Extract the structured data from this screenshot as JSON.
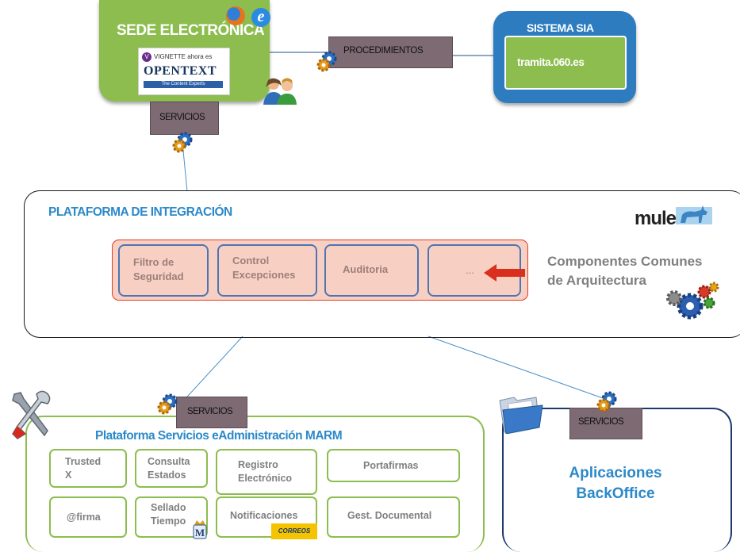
{
  "sede": {
    "title": "SEDE ELECTRÓNICA",
    "vignette": "VIGNETTE",
    "ahora_es": "ahora es",
    "opentext": "OPENTEXT",
    "tagline": "The Content Experts"
  },
  "procedimientos": "PROCEDIMIENTOS",
  "sia": {
    "title": "SISTEMA SIA",
    "tramita": "tramita.060.es"
  },
  "servicios_label": "SERVICIOS",
  "plataforma": {
    "title": "PLATAFORMA DE INTEGRACIÓN",
    "mule": "mule",
    "components": [
      {
        "line1": "Filtro de",
        "line2": "Seguridad"
      },
      {
        "line1": "Control",
        "line2": "Excepciones"
      },
      {
        "line1": "Auditoria",
        "line2": ""
      },
      {
        "line1": "...",
        "line2": ""
      }
    ],
    "componentes_comunes": {
      "line1": "Componentes Comunes",
      "line2": "de Arquitectura"
    }
  },
  "marm": {
    "title": "Plataforma Servicios eAdministración MARM",
    "services": [
      {
        "line1": "Trusted",
        "line2": "X"
      },
      {
        "line1": "Consulta",
        "line2": "Estados"
      },
      {
        "line1": "Registro",
        "line2": "Electrónico"
      },
      {
        "line1": "Portafirmas",
        "line2": ""
      },
      {
        "line1": "@firma",
        "line2": ""
      },
      {
        "line1": "Sellado",
        "line2": "Tiempo"
      },
      {
        "line1": "Notificaciones",
        "line2": ""
      },
      {
        "line1": "Gest. Documental",
        "line2": ""
      }
    ],
    "correos": "CORREOS"
  },
  "backoffice": {
    "line1": "Aplicaciones",
    "line2": "BackOffice"
  },
  "colors": {
    "green": "#8cbd4e",
    "blue": "#2d7cc0",
    "title_blue": "#2c89c9",
    "tab": "#7d6a73",
    "comp_fill": "#f8d0c3",
    "comp_border": "#4e74b1",
    "arrow_red": "#d9301d"
  }
}
